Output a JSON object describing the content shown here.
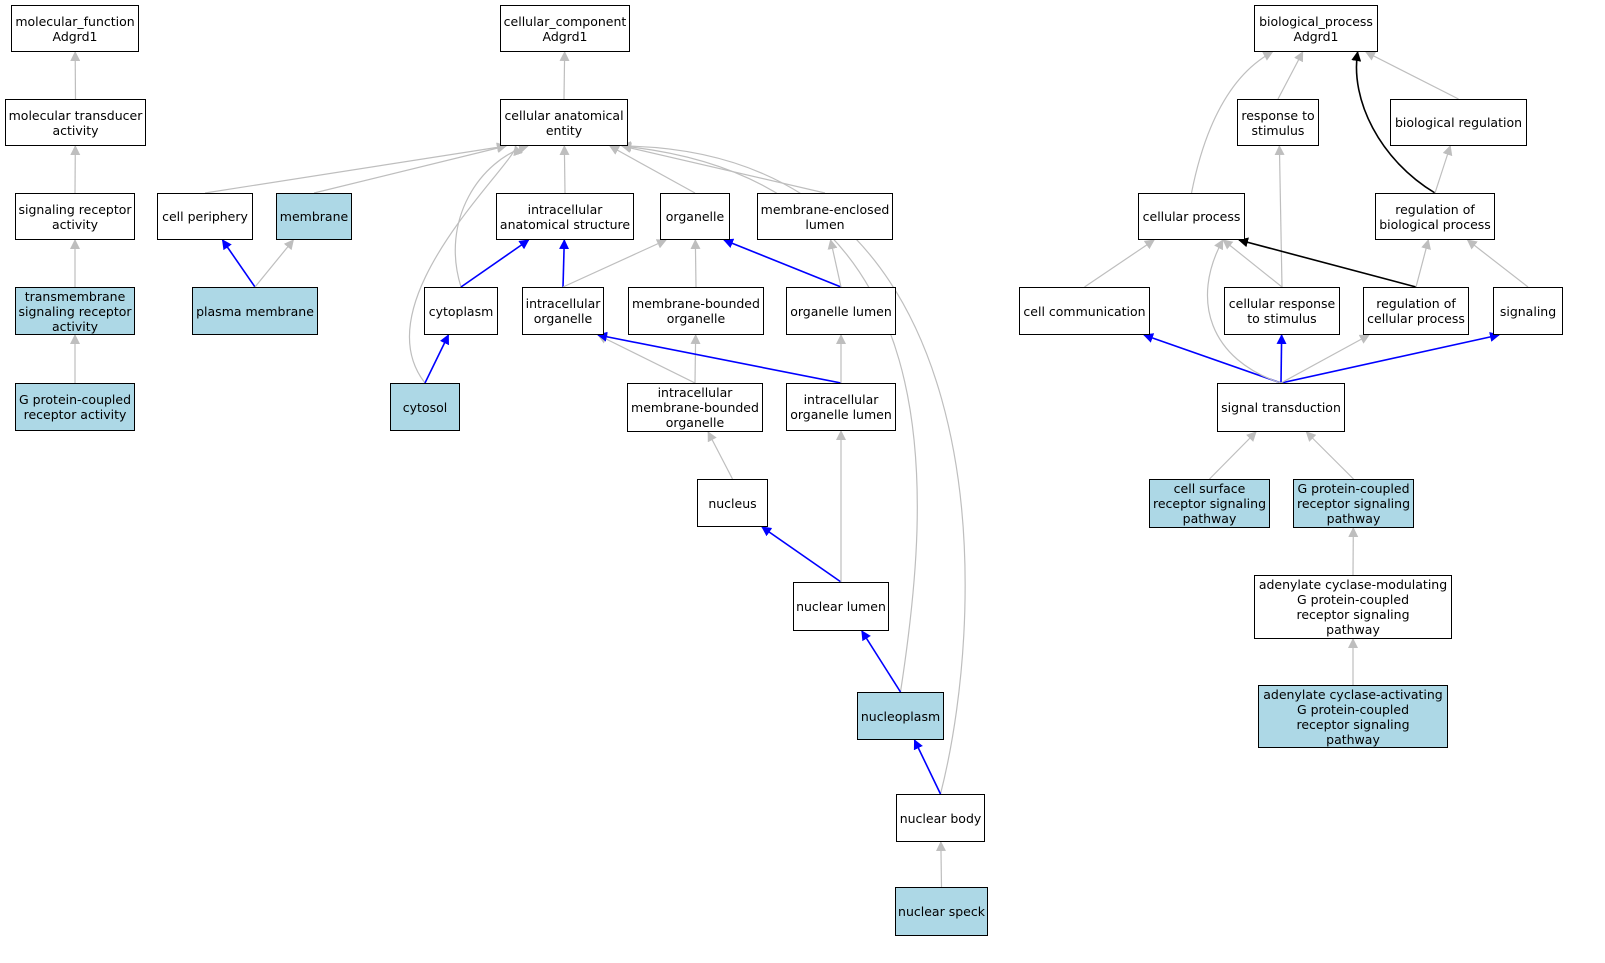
{
  "colors": {
    "highlight": "#add8e6",
    "node_fill": "#ffffff",
    "border": "#000000",
    "edge_gray": "#bebebe",
    "edge_blue": "#0000ff",
    "edge_black": "#000000"
  },
  "nodes": [
    {
      "id": "mf",
      "label": "molecular_function\nAdgrd1",
      "highlight": false
    },
    {
      "id": "mta",
      "label": "molecular transducer\nactivity",
      "highlight": false
    },
    {
      "id": "sra",
      "label": "signaling receptor\nactivity",
      "highlight": false
    },
    {
      "id": "tsra",
      "label": "transmembrane\nsignaling receptor\nactivity",
      "highlight": true
    },
    {
      "id": "gpcr",
      "label": "G protein-coupled\nreceptor activity",
      "highlight": true
    },
    {
      "id": "cc",
      "label": "cellular_component\nAdgrd1",
      "highlight": false
    },
    {
      "id": "cae",
      "label": "cellular anatomical\nentity",
      "highlight": false
    },
    {
      "id": "cp",
      "label": "cell periphery",
      "highlight": false
    },
    {
      "id": "mem",
      "label": "membrane",
      "highlight": true
    },
    {
      "id": "ias",
      "label": "intracellular\nanatomical structure",
      "highlight": false
    },
    {
      "id": "org",
      "label": "organelle",
      "highlight": false
    },
    {
      "id": "mel",
      "label": "membrane-enclosed\nlumen",
      "highlight": false
    },
    {
      "id": "pm",
      "label": "plasma membrane",
      "highlight": true
    },
    {
      "id": "cyto",
      "label": "cytoplasm",
      "highlight": false
    },
    {
      "id": "io",
      "label": "intracellular\norganelle",
      "highlight": false
    },
    {
      "id": "mbo",
      "label": "membrane-bounded\norganelle",
      "highlight": false
    },
    {
      "id": "ol",
      "label": "organelle lumen",
      "highlight": false
    },
    {
      "id": "cytosol",
      "label": "cytosol",
      "highlight": true
    },
    {
      "id": "imbo",
      "label": "intracellular\nmembrane-bounded\norganelle",
      "highlight": false
    },
    {
      "id": "iol",
      "label": "intracellular\norganelle lumen",
      "highlight": false
    },
    {
      "id": "nuc",
      "label": "nucleus",
      "highlight": false
    },
    {
      "id": "nl",
      "label": "nuclear lumen",
      "highlight": false
    },
    {
      "id": "np",
      "label": "nucleoplasm",
      "highlight": true
    },
    {
      "id": "nb",
      "label": "nuclear body",
      "highlight": false
    },
    {
      "id": "ns",
      "label": "nuclear speck",
      "highlight": true
    },
    {
      "id": "bp",
      "label": "biological_process\nAdgrd1",
      "highlight": false
    },
    {
      "id": "rts",
      "label": "response to\nstimulus",
      "highlight": false
    },
    {
      "id": "br",
      "label": "biological regulation",
      "highlight": false
    },
    {
      "id": "cproc",
      "label": "cellular process",
      "highlight": false
    },
    {
      "id": "rbp",
      "label": "regulation of\nbiological process",
      "highlight": false
    },
    {
      "id": "ccom",
      "label": "cell communication",
      "highlight": false
    },
    {
      "id": "crts",
      "label": "cellular response\nto stimulus",
      "highlight": false
    },
    {
      "id": "rcp",
      "label": "regulation of\ncellular process",
      "highlight": false
    },
    {
      "id": "sig",
      "label": "signaling",
      "highlight": false
    },
    {
      "id": "st",
      "label": "signal transduction",
      "highlight": false
    },
    {
      "id": "csrsp",
      "label": "cell surface\nreceptor signaling\npathway",
      "highlight": true
    },
    {
      "id": "gpcrsp",
      "label": "G protein-coupled\nreceptor signaling\npathway",
      "highlight": true
    },
    {
      "id": "acm",
      "label": "adenylate cyclase-modulating\nG protein-coupled\nreceptor signaling\npathway",
      "highlight": false
    },
    {
      "id": "aca",
      "label": "adenylate cyclase-activating\nG protein-coupled\nreceptor signaling\npathway",
      "highlight": true
    }
  ],
  "edges": [
    {
      "from": "mta",
      "to": "mf",
      "type": "is_a"
    },
    {
      "from": "sra",
      "to": "mta",
      "type": "is_a"
    },
    {
      "from": "tsra",
      "to": "sra",
      "type": "is_a"
    },
    {
      "from": "gpcr",
      "to": "tsra",
      "type": "is_a"
    },
    {
      "from": "cae",
      "to": "cc",
      "type": "is_a"
    },
    {
      "from": "cp",
      "to": "cae",
      "type": "is_a"
    },
    {
      "from": "mem",
      "to": "cae",
      "type": "is_a"
    },
    {
      "from": "ias",
      "to": "cae",
      "type": "is_a"
    },
    {
      "from": "org",
      "to": "cae",
      "type": "is_a"
    },
    {
      "from": "mel",
      "to": "cae",
      "type": "is_a"
    },
    {
      "from": "cyto",
      "to": "cae",
      "type": "is_a"
    },
    {
      "from": "cytosol",
      "to": "cae",
      "type": "is_a"
    },
    {
      "from": "np",
      "to": "cae",
      "type": "is_a"
    },
    {
      "from": "nb",
      "to": "cae",
      "type": "is_a"
    },
    {
      "from": "pm",
      "to": "cp",
      "type": "part_of"
    },
    {
      "from": "pm",
      "to": "mem",
      "type": "is_a"
    },
    {
      "from": "cyto",
      "to": "ias",
      "type": "part_of"
    },
    {
      "from": "io",
      "to": "ias",
      "type": "part_of"
    },
    {
      "from": "io",
      "to": "org",
      "type": "is_a"
    },
    {
      "from": "mbo",
      "to": "org",
      "type": "is_a"
    },
    {
      "from": "ol",
      "to": "org",
      "type": "part_of"
    },
    {
      "from": "ol",
      "to": "mel",
      "type": "is_a"
    },
    {
      "from": "cytosol",
      "to": "cyto",
      "type": "part_of"
    },
    {
      "from": "imbo",
      "to": "io",
      "type": "is_a"
    },
    {
      "from": "imbo",
      "to": "mbo",
      "type": "is_a"
    },
    {
      "from": "iol",
      "to": "io",
      "type": "part_of"
    },
    {
      "from": "iol",
      "to": "ol",
      "type": "is_a"
    },
    {
      "from": "nuc",
      "to": "imbo",
      "type": "is_a"
    },
    {
      "from": "nl",
      "to": "nuc",
      "type": "part_of"
    },
    {
      "from": "nl",
      "to": "iol",
      "type": "is_a"
    },
    {
      "from": "np",
      "to": "nl",
      "type": "part_of"
    },
    {
      "from": "nb",
      "to": "np",
      "type": "part_of"
    },
    {
      "from": "ns",
      "to": "nb",
      "type": "is_a"
    },
    {
      "from": "rts",
      "to": "bp",
      "type": "is_a"
    },
    {
      "from": "br",
      "to": "bp",
      "type": "is_a"
    },
    {
      "from": "cproc",
      "to": "bp",
      "type": "is_a"
    },
    {
      "from": "rbp",
      "to": "bp",
      "type": "regulates"
    },
    {
      "from": "rbp",
      "to": "br",
      "type": "is_a"
    },
    {
      "from": "ccom",
      "to": "cproc",
      "type": "is_a"
    },
    {
      "from": "crts",
      "to": "cproc",
      "type": "is_a"
    },
    {
      "from": "crts",
      "to": "rts",
      "type": "is_a"
    },
    {
      "from": "rcp",
      "to": "cproc",
      "type": "regulates"
    },
    {
      "from": "rcp",
      "to": "rbp",
      "type": "is_a"
    },
    {
      "from": "sig",
      "to": "rbp",
      "type": "is_a"
    },
    {
      "from": "st",
      "to": "ccom",
      "type": "part_of"
    },
    {
      "from": "st",
      "to": "crts",
      "type": "part_of"
    },
    {
      "from": "st",
      "to": "sig",
      "type": "part_of"
    },
    {
      "from": "st",
      "to": "rcp",
      "type": "is_a"
    },
    {
      "from": "st",
      "to": "cproc",
      "type": "is_a"
    },
    {
      "from": "csrsp",
      "to": "st",
      "type": "is_a"
    },
    {
      "from": "gpcrsp",
      "to": "st",
      "type": "is_a"
    },
    {
      "from": "acm",
      "to": "gpcrsp",
      "type": "is_a"
    },
    {
      "from": "aca",
      "to": "acm",
      "type": "is_a"
    }
  ]
}
